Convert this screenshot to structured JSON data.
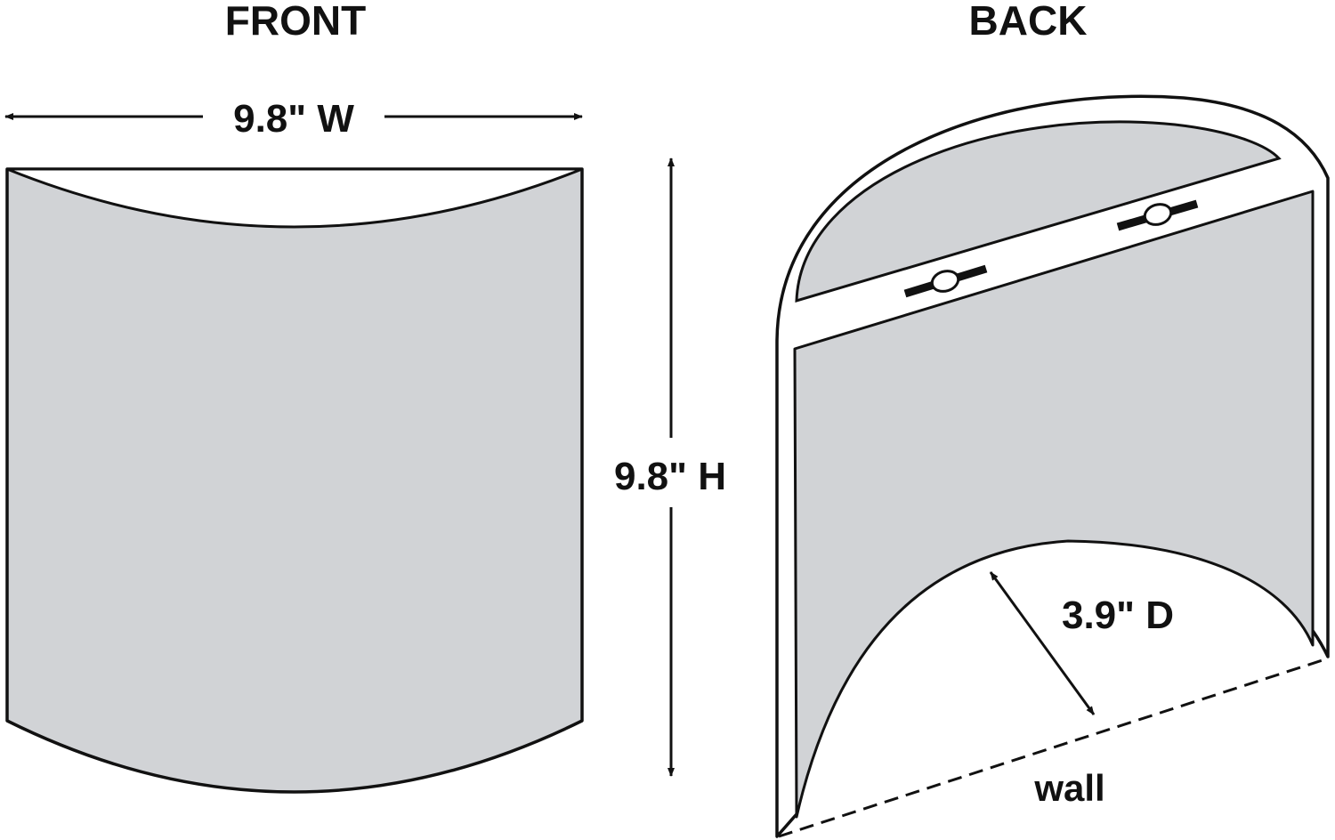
{
  "labels": {
    "front": "FRONT",
    "back": "BACK",
    "width": "9.8\" W",
    "height": "9.8\" H",
    "depth": "3.9\" D",
    "wall": "wall"
  },
  "colors": {
    "panel_fill": "#d1d3d6",
    "outline": "#111111",
    "background": "#ffffff"
  }
}
